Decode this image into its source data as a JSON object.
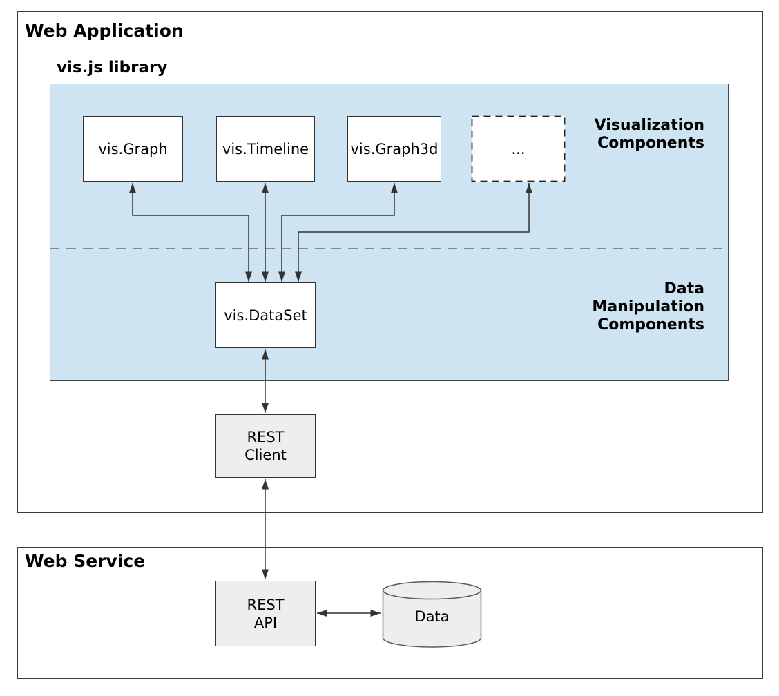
{
  "colors": {
    "library_fill": "#cfe4f2",
    "node_gray_fill": "#eeeeee",
    "node_white_fill": "#ffffff",
    "border_dark": "#3a3a3a",
    "arrow": "#333333"
  },
  "web_application": {
    "title": "Web Application",
    "vis_library": {
      "label": "vis.js library",
      "visualization_section_label": "Visualization\nComponents",
      "data_manipulation_section_label": "Data\nManipulation\nComponents",
      "components": [
        {
          "label": "vis.Graph"
        },
        {
          "label": "vis.Timeline"
        },
        {
          "label": "vis.Graph3d"
        },
        {
          "label": "..."
        }
      ],
      "dataset_label": "vis.DataSet"
    },
    "rest_client_label": "REST\nClient"
  },
  "web_service": {
    "title": "Web Service",
    "rest_api_label": "REST\nAPI",
    "data_store_label": "Data"
  }
}
